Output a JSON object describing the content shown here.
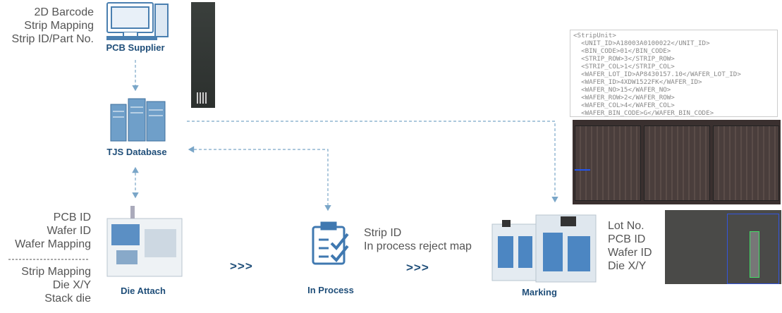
{
  "colors": {
    "label": "#1f4e79",
    "text": "#555555",
    "dashed": "#7aa6c8"
  },
  "supplier": {
    "info": [
      "2D Barcode",
      "Strip Mapping",
      "Strip ID/Part No."
    ],
    "label": "PCB Supplier",
    "icon": "computer-icon"
  },
  "database": {
    "label": "TJS Database",
    "icon": "server-icon"
  },
  "die_attach": {
    "label": "Die Attach",
    "info_top": [
      "PCB ID",
      "Wafer ID",
      "Wafer Mapping"
    ],
    "info_bottom": [
      "Strip Mapping",
      "Die X/Y",
      "Stack die"
    ]
  },
  "in_process": {
    "label": "In Process",
    "icon": "clipboard-check-icon",
    "info": [
      "Strip ID",
      "In process reject map"
    ]
  },
  "marking": {
    "label": "Marking",
    "info": [
      "Lot No.",
      "PCB ID",
      "Wafer ID",
      "Die X/Y"
    ]
  },
  "flow_arrows": [
    ">>>",
    ">>>"
  ],
  "xml_lines": [
    "<StripUnit>",
    "  <UNIT_ID>A18003A0100022</UNIT_ID>",
    "  <BIN_CODE>01</BIN_CODE>",
    "  <STRIP_ROW>3</STRIP_ROW>",
    "  <STRIP_COL>1</STRIP_COL>",
    "  <WAFER_LOT_ID>AP8430157.10</WAFER_LOT_ID>",
    "  <WAFER_ID>4XDW1522FK</WAFER_ID>",
    "  <WAFER_NO>15</WAFER_NO>",
    "  <WAFER_ROW>2</WAFER_ROW>",
    "  <WAFER_COL>4</WAFER_COL>",
    "  <WAFER_BIN_CODE>G</WAFER_BIN_CODE>"
  ]
}
